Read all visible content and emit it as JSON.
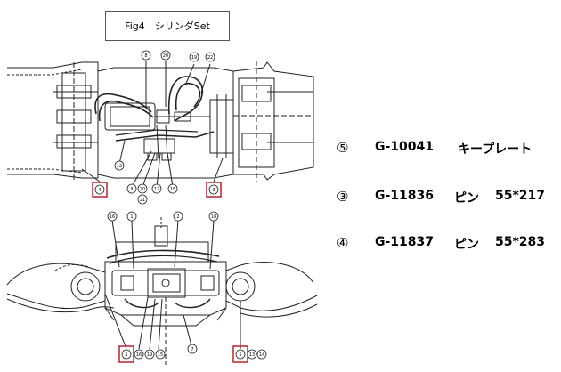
{
  "figure_title": "Fig4　シリンダSet",
  "callout_numbers": {
    "top": [
      "8",
      "20",
      "19",
      "22",
      "4",
      "12",
      "9",
      "20",
      "21",
      "17",
      "18",
      "3"
    ],
    "bottom": [
      "16",
      "1",
      "2",
      "18",
      "5",
      "16",
      "19",
      "15",
      "7",
      "5",
      "13",
      "14"
    ]
  },
  "highlighted_callouts": [
    "4",
    "3",
    "5",
    "5"
  ],
  "parts": [
    {
      "number": "⑤",
      "code": "G-10041",
      "name": "キープレート",
      "spec": ""
    },
    {
      "number": "③",
      "code": "G-11836",
      "name": "ピン",
      "spec": "55*217"
    },
    {
      "number": "④",
      "code": "G-11837",
      "name": "ピン",
      "spec": "55*283"
    }
  ],
  "colors": {
    "highlight": "#c0303a",
    "line": "#222222"
  }
}
